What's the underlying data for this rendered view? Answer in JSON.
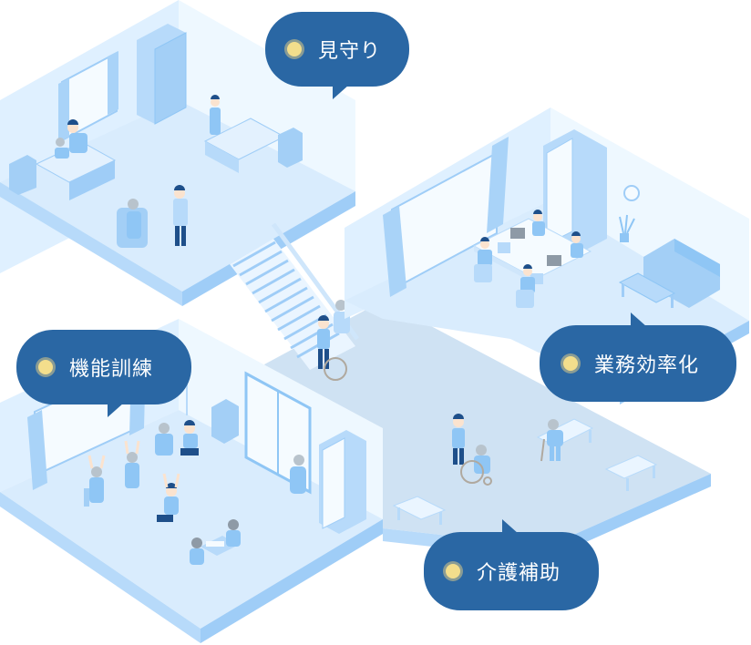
{
  "labels": {
    "monitoring": "見守り",
    "functional_training": "機能訓練",
    "work_efficiency": "業務効率化",
    "care_assistance": "介護補助"
  },
  "rooms": [
    {
      "id": "bedroom",
      "description": "care bedroom with beds, nurse and doctor"
    },
    {
      "id": "office",
      "description": "office with staff at laptops, bookshelf, sofa"
    },
    {
      "id": "training",
      "description": "rehabilitation / exercise room"
    },
    {
      "id": "hallway",
      "description": "corridor with wheelchair assistance and benches"
    }
  ],
  "colors": {
    "bubble": "#2a67a4",
    "bubble_text": "#ffffff",
    "dot_fill": "#f3de8c",
    "dot_ring": "#8a9c94",
    "floor": "#d9ecfd",
    "wall": "#e9f5ff",
    "edge": "#9fcdf7",
    "hallway": "#cfe2f3"
  }
}
